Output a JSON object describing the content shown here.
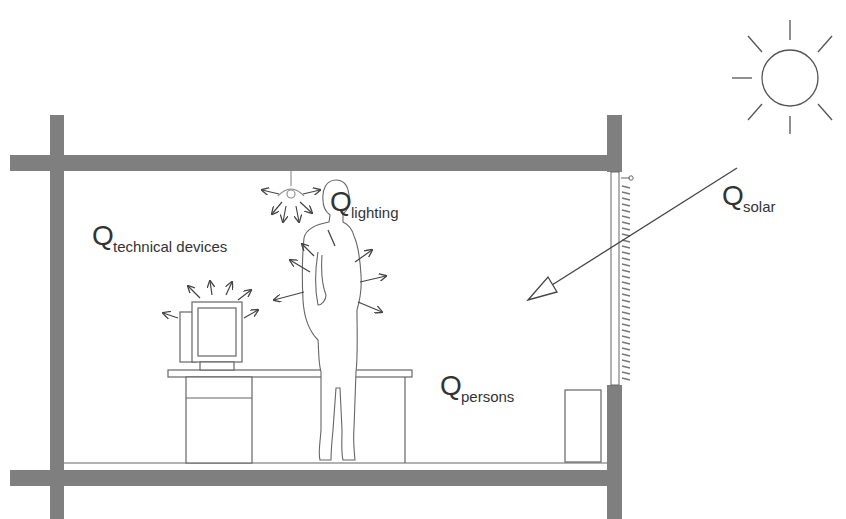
{
  "diagram": {
    "labels": [
      "Q",
      "lighting",
      "Q",
      "technical devices",
      "Q",
      "persons",
      "Q",
      "solar"
    ]
  }
}
